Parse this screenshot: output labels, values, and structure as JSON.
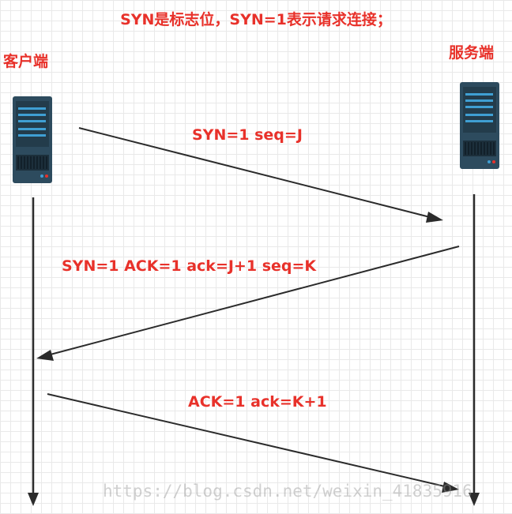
{
  "title": "SYN是标志位，SYN=1表示请求连接；",
  "client": {
    "label": "客户端",
    "icon": "server-rack-icon"
  },
  "server": {
    "label": "服务端",
    "icon": "server-rack-icon"
  },
  "messages": [
    {
      "label": "SYN=1 seq=J",
      "direction": "client-to-server"
    },
    {
      "label": "SYN=1 ACK=1 ack=J+1 seq=K",
      "direction": "server-to-client"
    },
    {
      "label": "ACK=1 ack=K+1",
      "direction": "client-to-server"
    }
  ],
  "watermark": "https://blog.csdn.net/weixin_41835916",
  "colors": {
    "label": "#e8312a",
    "line": "#2b2b2b",
    "server_body": "#2d4b5e",
    "server_panel": "#3f9fd3"
  }
}
